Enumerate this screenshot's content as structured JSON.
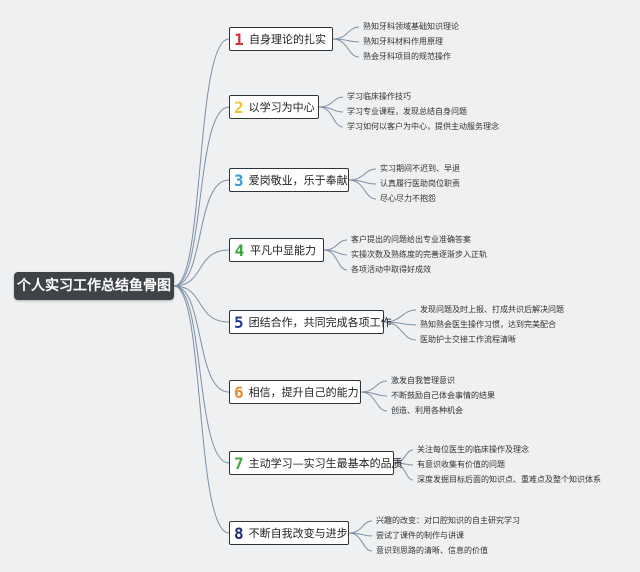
{
  "title": "个人实习工作总结鱼骨图",
  "colors": {
    "line": "#7d8fa8",
    "root_bg": "#3f4347"
  },
  "branches": [
    {
      "num": "1",
      "color": "#d62d3d",
      "label": "自身理论的扎实",
      "items": [
        "熟知牙科领域基础知识理论",
        "熟知牙科材料作用原理",
        "熟会牙科项目的规范操作"
      ]
    },
    {
      "num": "2",
      "color": "#f1c42d",
      "label": "以学习为中心",
      "items": [
        "学习临床操作技巧",
        "学习专业课程，发现总结自身问题",
        "学习如何以客户为中心，提供主动服务理念"
      ]
    },
    {
      "num": "3",
      "color": "#2f9fd6",
      "label": "爱岗敬业，乐于奉献",
      "items": [
        "实习期间不迟到、早退",
        "认真履行医助岗位职责",
        "尽心尽力不抱怨"
      ]
    },
    {
      "num": "4",
      "color": "#3aa23a",
      "label": "平凡中显能力",
      "items": [
        "客户提出的问题给出专业准确答案",
        "实操次数及熟练度的完善逐渐步入正轨",
        "各项活动中取得好成效"
      ]
    },
    {
      "num": "5",
      "color": "#243e8c",
      "label": "团结合作，共同完成各项工作",
      "items": [
        "发现问题及时上报、打成共识后解决问题",
        "熟知熟会医生操作习惯，达到完美配合",
        "医助护士交接工作流程清晰"
      ]
    },
    {
      "num": "6",
      "color": "#ea8a2b",
      "label": "相信，提升自己的能力",
      "items": [
        "激发自我管理意识",
        "不断鼓励自己体会事情的结果",
        "创造、利用各种机会"
      ]
    },
    {
      "num": "7",
      "color": "#44a844",
      "label": "主动学习—实习生最基本的品质",
      "items": [
        "关注每位医生的临床操作及理念",
        "有意识收集有价值的问题",
        "深度发掘目标后面的知识点、重难点及整个知识体系"
      ]
    },
    {
      "num": "8",
      "color": "#1e2d6e",
      "label": "不断自我改变与进步",
      "items": [
        "兴趣的改变：对口腔知识的自主研究学习",
        "尝试了课件的制作与讲课",
        "意识到思路的清晰、信息的价值"
      ]
    }
  ]
}
